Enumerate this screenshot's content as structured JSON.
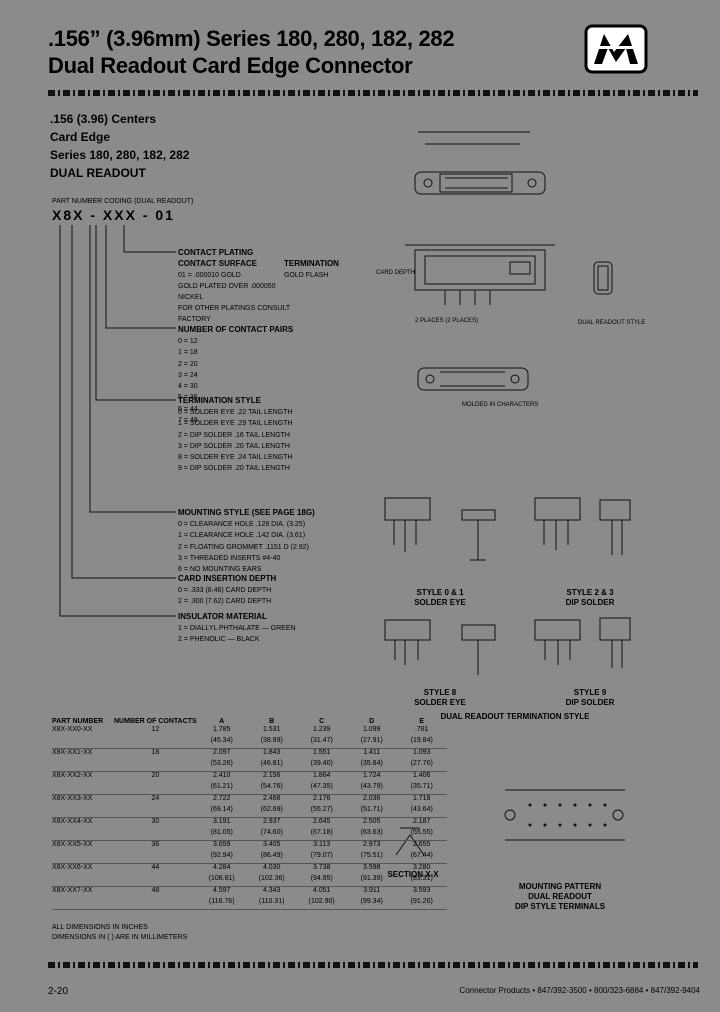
{
  "title_line1": ".156” (3.96mm) Series 180, 280, 182, 282",
  "title_line2": "Dual Readout Card Edge Connector",
  "subheads": [
    ".156 (3.96) Centers",
    "Card Edge",
    "Series 180, 280, 182, 282",
    "DUAL READOUT"
  ],
  "part_coding_label": "PART NUMBER CODING (DUAL READOUT)",
  "part_code": "X8X - XXX - 01",
  "contact_plating": {
    "title": "CONTACT PLATING",
    "col1": "CONTACT SURFACE",
    "col2": "TERMINATION",
    "lines": [
      "01 = .000010 GOLD",
      "GOLD PLATED OVER .000050",
      "NICKEL",
      "FOR OTHER PLATINGS CONSULT",
      "FACTORY"
    ],
    "termination_value": "GOLD FLASH"
  },
  "contact_pairs": {
    "title": "NUMBER OF CONTACT PAIRS",
    "items": [
      "0 = 12",
      "1 = 18",
      "2 = 20",
      "3 = 24",
      "4 = 30",
      "5 = 36",
      "6 = 44",
      "7 = 48"
    ]
  },
  "termination_style": {
    "title": "TERMINATION STYLE",
    "items": [
      "0 = SOLDER EYE .22 TAIL LENGTH",
      "1 = SOLDER EYE .29 TAIL LENGTH",
      "2 = DIP SOLDER .16 TAIL LENGTH",
      "3 = DIP SOLDER .20 TAIL LENGTH",
      "8 = SOLDER EYE .24 TAIL LENGTH",
      "9 = DIP SOLDER .20 TAIL LENGTH"
    ]
  },
  "mounting_style": {
    "title": "MOUNTING STYLE (SEE PAGE 18G)",
    "items": [
      "0 = CLEARANCE HOLE .128 DIA. (3.25)",
      "1 = CLEARANCE HOLE .142 DIA. (3.61)",
      "2 = FLOATING GROMMET .1151 D (2.92)",
      "3 = THREADED INSERTS #4-40",
      "6 = NO MOUNTING EARS"
    ]
  },
  "card_depth": {
    "title": "CARD INSERTION DEPTH",
    "items": [
      "0 = .333 (8.46) CARD DEPTH",
      "2 = .300 (7.62) CARD DEPTH"
    ]
  },
  "insulator": {
    "title": "INSULATOR MATERIAL",
    "items": [
      "1 = DIALLYL PHTHALATE — GREEN",
      "2 = PHENOLIC — BLACK"
    ]
  },
  "table": {
    "headers": [
      "PART NUMBER",
      "NUMBER OF CONTACTS",
      "A",
      "B",
      "C",
      "D",
      "E"
    ],
    "rows": [
      [
        "X8X-XX0-XX",
        "12",
        "1.785",
        "1.531",
        "1.239",
        "1.099",
        ".781"
      ],
      [
        "",
        "",
        "(45.34)",
        "(38.89)",
        "(31.47)",
        "(27.91)",
        "(19.84)"
      ],
      [
        "X8X-XX1-XX",
        "18",
        "2.097",
        "1.843",
        "1.551",
        "1.411",
        "1.093"
      ],
      [
        "",
        "",
        "(53.26)",
        "(46.81)",
        "(39.40)",
        "(35.84)",
        "(27.76)"
      ],
      [
        "X8X-XX2-XX",
        "20",
        "2.410",
        "2.156",
        "1.864",
        "1.724",
        "1.406"
      ],
      [
        "",
        "",
        "(61.21)",
        "(54.76)",
        "(47.35)",
        "(43.79)",
        "(35.71)"
      ],
      [
        "X8X-XX3-XX",
        "24",
        "2.722",
        "2.468",
        "2.176",
        "2.036",
        "1.718"
      ],
      [
        "",
        "",
        "(69.14)",
        "(62.69)",
        "(55.27)",
        "(51.71)",
        "(43.64)"
      ],
      [
        "X8X-XX4-XX",
        "30",
        "3.191",
        "2.937",
        "2.645",
        "2.505",
        "2.187"
      ],
      [
        "",
        "",
        "(81.05)",
        "(74.60)",
        "(67.18)",
        "(63.63)",
        "(55.55)"
      ],
      [
        "X8X-XX5-XX",
        "36",
        "3.659",
        "3.405",
        "3.113",
        "2.973",
        "2.655"
      ],
      [
        "",
        "",
        "(92.94)",
        "(86.49)",
        "(79.07)",
        "(75.51)",
        "(67.44)"
      ],
      [
        "X8X-XX6-XX",
        "44",
        "4.284",
        "4.030",
        "3.738",
        "3.598",
        "3.280"
      ],
      [
        "",
        "",
        "(108.81)",
        "(102.36)",
        "(94.95)",
        "(91.39)",
        "(83.31)"
      ],
      [
        "X8X-XX7-XX",
        "48",
        "4.597",
        "4.343",
        "4.051",
        "3.911",
        "3.593"
      ],
      [
        "",
        "",
        "(116.76)",
        "(110.31)",
        "(102.90)",
        "(99.34)",
        "(91.26)"
      ]
    ],
    "notes": [
      "ALL DIMENSIONS IN INCHES",
      "DIMENSIONS IN ( ) ARE IN MILLIMETERS"
    ]
  },
  "drawings": {
    "styles": [
      "STYLE 0 & 1",
      "SOLDER EYE",
      "STYLE 2 & 3",
      "DIP SOLDER",
      "STYLE 8",
      "SOLDER EYE",
      "STYLE 9",
      "DIP SOLDER"
    ],
    "termination_caption": "DUAL READOUT TERMINATION STYLE",
    "section_label": "SECTION X-X",
    "mounting_caption": [
      "MOUNTING PATTERN",
      "DUAL READOUT",
      "DIP STYLE TERMINALS"
    ],
    "side_labels": [
      "CARD DEPTH",
      "DUAL READOUT STYLE",
      "MOLDED IN CHARACTERS",
      "2 PLACES (2 PLACES)"
    ]
  },
  "footer": {
    "page": "2-20",
    "text": "Connector Products  •  847/392-3500  •  800/323-6884  •  847/392-9404"
  }
}
